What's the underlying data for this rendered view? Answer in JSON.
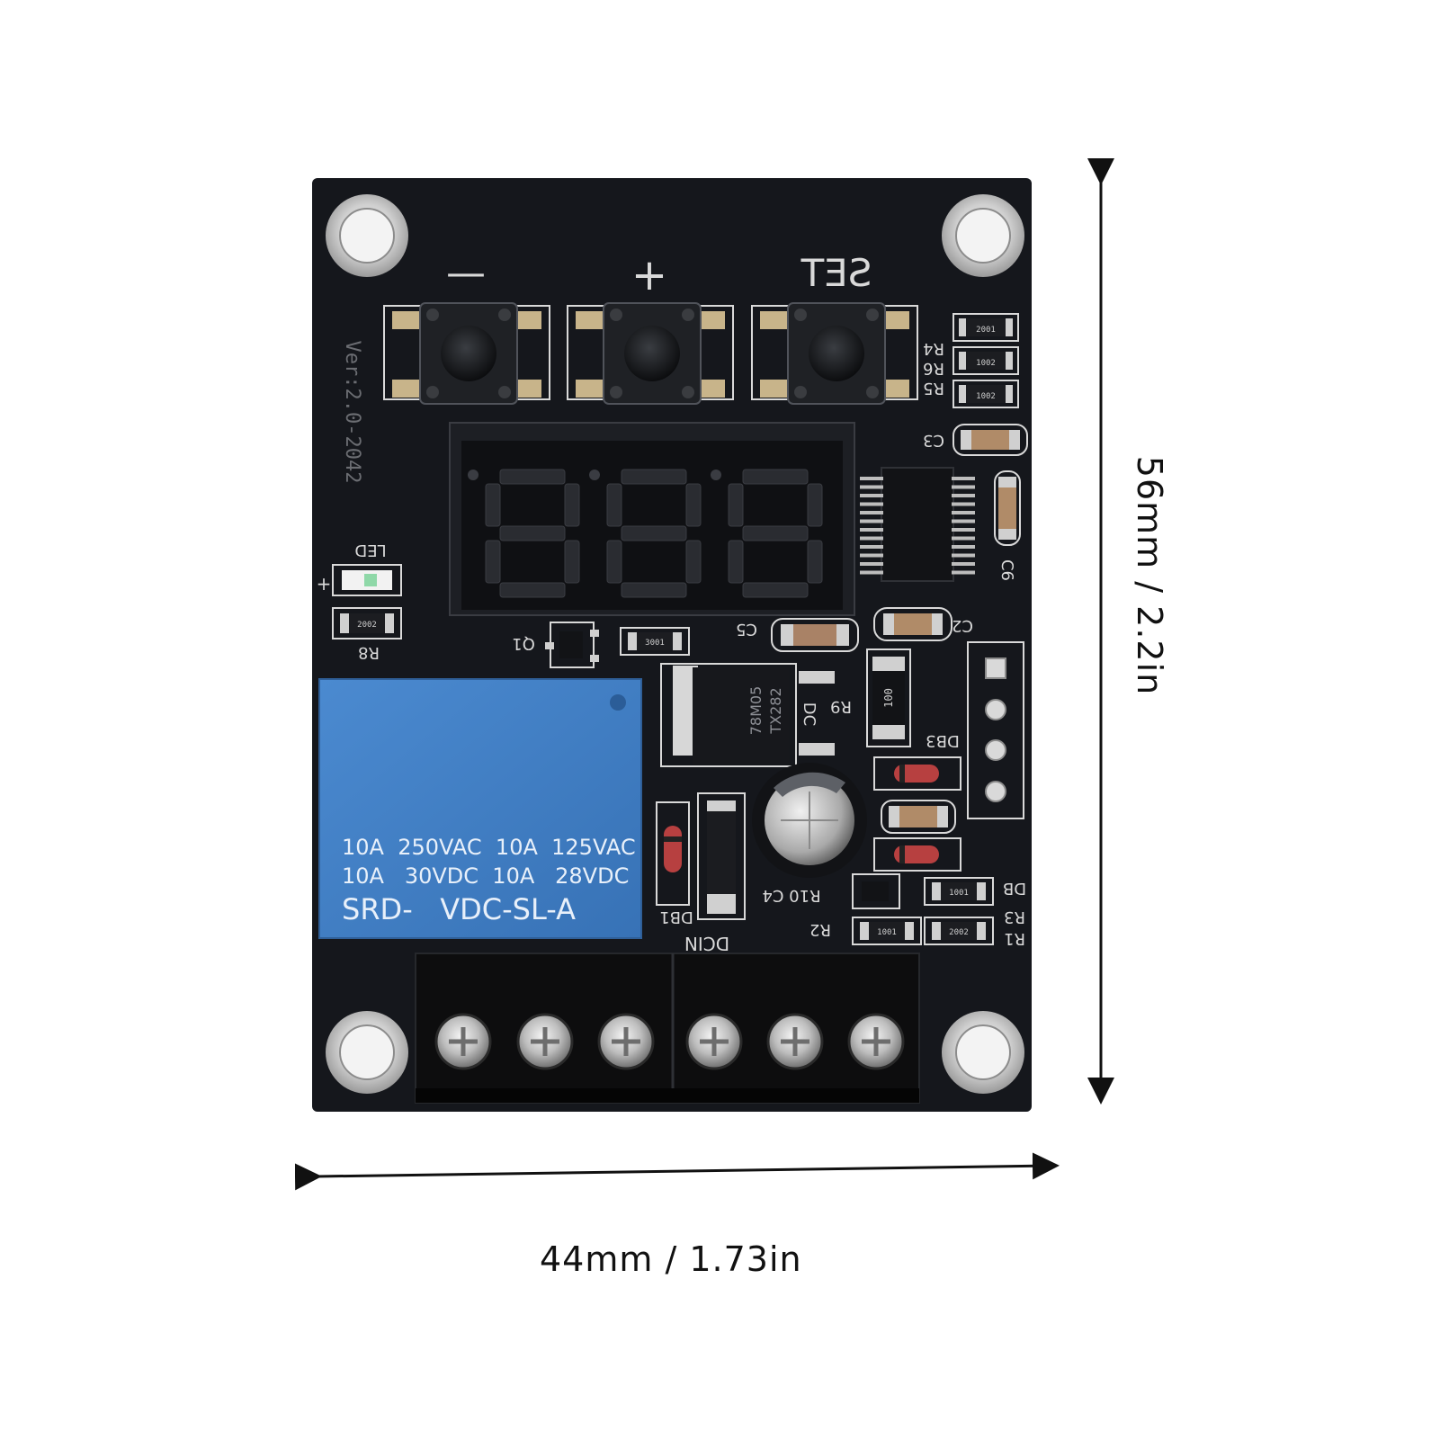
{
  "product": {
    "silkscreen": {
      "minus": "—",
      "plus": "+",
      "set": "SET",
      "version": "Ver:2.0-2042",
      "led": "LED",
      "led_plus": "+",
      "r8": "R8",
      "q1": "Q1",
      "c5": "C5",
      "c2": "C2",
      "c3": "C3",
      "c6": "C6",
      "r4": "R4",
      "r6": "R6",
      "r5": "R5",
      "r9": "R9",
      "dc": "DC",
      "db3": "DB3",
      "db1": "DB1",
      "db4": "DB",
      "dcin": "DCIN",
      "r10_c4": "R10 C4",
      "r2": "R2",
      "r3": "R3",
      "r1": "R1"
    },
    "relay": {
      "line1": "10A  250VAC  10A  125VAC",
      "line2": "10A   30VDC  10A   28VDC",
      "line3": "SRD-   VDC-SL-A"
    },
    "regulator": {
      "line1": "78M05",
      "line2": "TX282"
    },
    "resistor_codes": {
      "r_top": "2001",
      "r_mid": "1002",
      "r_bot": "1002",
      "r8": "2002",
      "r_q1": "3001",
      "r9": "100",
      "db_row1": "1001",
      "r1_row": "2002",
      "r2_row": "1001"
    },
    "display_digits": "888",
    "terminal_count": 6
  },
  "dimensions": {
    "width_text": "44mm / 1.73in",
    "height_text": "56mm / 2.2in"
  },
  "colors": {
    "background": "#ffffff",
    "pcb": "#15171c",
    "silkscreen": "#d9d9d9",
    "relay": "#3f7fc4",
    "display_digit": "#2a2c31",
    "terminal": "#0d0d0e",
    "arrow": "#111111"
  }
}
